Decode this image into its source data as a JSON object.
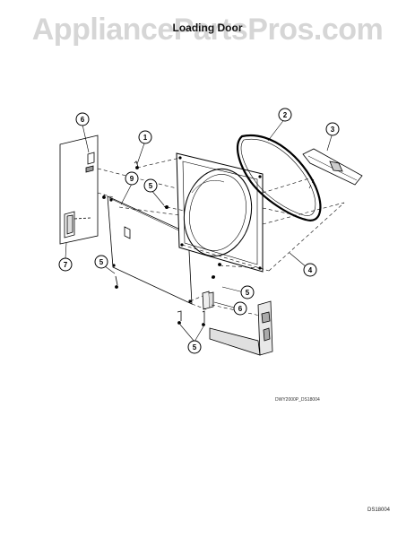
{
  "header": {
    "watermark": "AppliancePartsPros.com",
    "title": "Loading Door"
  },
  "callouts": {
    "c1": "1",
    "c2": "2",
    "c3": "3",
    "c4": "4",
    "c5a": "5",
    "c5b": "5",
    "c5c": "5",
    "c5d": "5",
    "c6a": "6",
    "c6b": "6",
    "c7": "7",
    "c9": "9"
  },
  "footer": {
    "ref_code": "DWY2000P_DS18004",
    "sheet_code": "DS18004"
  }
}
